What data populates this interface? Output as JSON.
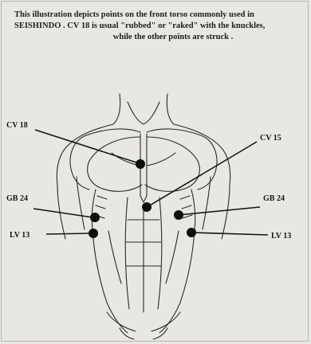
{
  "caption": {
    "line1": "This illustration depicts points on the front torso commonly used in",
    "line2": "SEISHINDO .  CV 18 is usual \"rubbed\" or \"raked\" with the knuckles,",
    "line3": "while the other points are struck ."
  },
  "points": [
    {
      "id": "cv18",
      "label": "CV 18"
    },
    {
      "id": "cv15",
      "label": "CV 15"
    },
    {
      "id": "gb24-left",
      "label": "GB 24"
    },
    {
      "id": "gb24-right",
      "label": "GB 24"
    },
    {
      "id": "lv13-left",
      "label": "LV 13"
    },
    {
      "id": "lv13-right",
      "label": "LV 13"
    }
  ],
  "colors": {
    "background": "#e9e7e2",
    "ink": "#151515"
  }
}
